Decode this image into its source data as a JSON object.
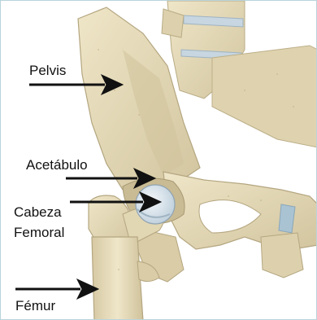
{
  "labels": {
    "pelvis": "Pelvis",
    "acetabulo": "Acetábulo",
    "cabeza": "Cabeza",
    "femoral": "Femoral",
    "femur": "Fémur"
  },
  "colors": {
    "bone": "#e6dcbc",
    "bone_shadow": "#cabd95",
    "cartilage": "#d6e3ec",
    "arrow": "#111111"
  },
  "illustration": {
    "subject": "hip joint anatomy (pelvis, acetabulum, femoral head, femur)"
  }
}
